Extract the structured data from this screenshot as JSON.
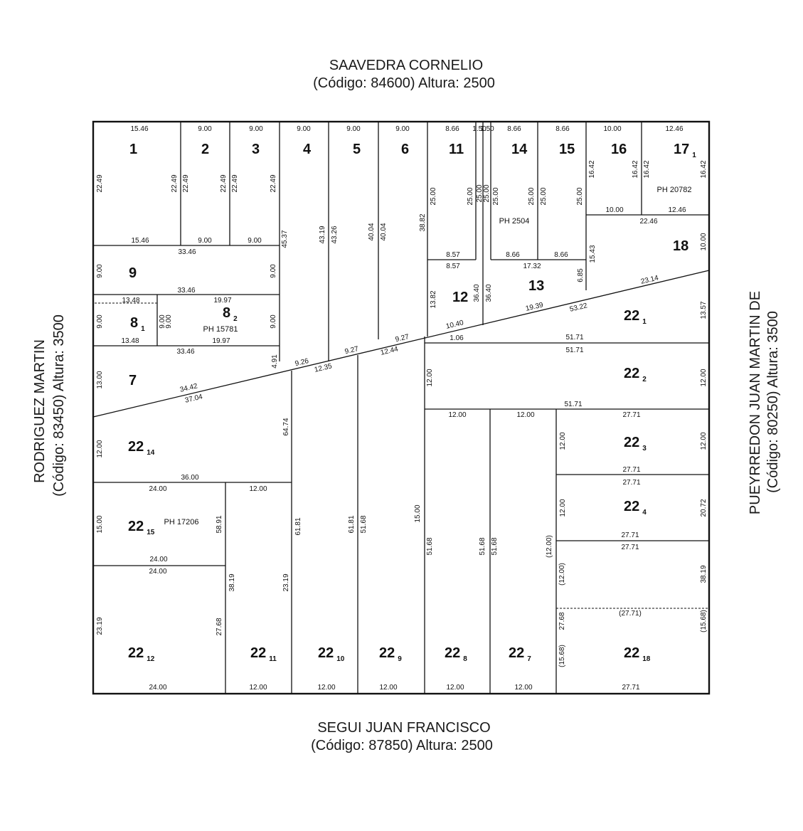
{
  "streets": {
    "north": {
      "name": "SAAVEDRA CORNELIO",
      "info": "(Código: 84600) Altura: 2500"
    },
    "south": {
      "name": "SEGUI JUAN FRANCISCO",
      "info": "(Código: 87850) Altura: 2500"
    },
    "west": {
      "name": "RODRIGUEZ MARTIN",
      "info": "(Código: 83450) Altura: 3500"
    },
    "east": {
      "name": "PUEYRREDON JUAN MARTIN DE",
      "info": "(Código: 80250) Altura: 3500"
    }
  },
  "lots": [
    {
      "num": "1",
      "sub": ""
    },
    {
      "num": "2",
      "sub": ""
    },
    {
      "num": "3",
      "sub": ""
    },
    {
      "num": "4",
      "sub": ""
    },
    {
      "num": "5",
      "sub": ""
    },
    {
      "num": "6",
      "sub": ""
    },
    {
      "num": "11",
      "sub": ""
    },
    {
      "num": "14",
      "sub": ""
    },
    {
      "num": "15",
      "sub": ""
    },
    {
      "num": "16",
      "sub": ""
    },
    {
      "num": "17",
      "sub": "1"
    },
    {
      "num": "18",
      "sub": ""
    },
    {
      "num": "9",
      "sub": ""
    },
    {
      "num": "8",
      "sub": "1"
    },
    {
      "num": "8",
      "sub": "2"
    },
    {
      "num": "12",
      "sub": ""
    },
    {
      "num": "13",
      "sub": ""
    },
    {
      "num": "7",
      "sub": ""
    },
    {
      "num": "22",
      "sub": "1"
    },
    {
      "num": "22",
      "sub": "2"
    },
    {
      "num": "22",
      "sub": "3"
    },
    {
      "num": "22",
      "sub": "4"
    },
    {
      "num": "22",
      "sub": "14"
    },
    {
      "num": "22",
      "sub": "15"
    },
    {
      "num": "22",
      "sub": "12"
    },
    {
      "num": "22",
      "sub": "11"
    },
    {
      "num": "22",
      "sub": "10"
    },
    {
      "num": "22",
      "sub": "9"
    },
    {
      "num": "22",
      "sub": "8"
    },
    {
      "num": "22",
      "sub": "7"
    },
    {
      "num": "22",
      "sub": "18"
    }
  ],
  "ph_labels": [
    "PH 20782",
    "PH 2504",
    "PH 15781",
    "PH 17206"
  ],
  "dims_h": [
    "15.46",
    "9.00",
    "9.00",
    "9.00",
    "9.00",
    "9.00",
    "8.66",
    "1.50",
    "1.50",
    "8.66",
    "8.66",
    "10.00",
    "12.46",
    "15.46",
    "9.00",
    "9.00",
    "33.46",
    "10.00",
    "12.46",
    "22.46",
    "8.57",
    "8.57",
    "8.66",
    "8.66",
    "17.32",
    "33.46",
    "19.97",
    "13.48",
    "13.48",
    "19.97",
    "33.46",
    "23.14",
    "53.22",
    "19.39",
    "10.40",
    "1.06",
    "9.27",
    "12.44",
    "9.27",
    "12.35",
    "9.26",
    "34.42",
    "37.04",
    "51.71",
    "51.71",
    "51.71",
    "12.00",
    "12.00",
    "27.71",
    "27.71",
    "27.71",
    "27.71",
    "27.71",
    "(27.71)",
    "36.00",
    "24.00",
    "12.00",
    "24.00",
    "24.00",
    "24.00",
    "12.00",
    "12.00",
    "12.00",
    "12.00",
    "12.00",
    "27.71"
  ],
  "dims_v": [
    "22.49",
    "22.49",
    "22.49",
    "22.49",
    "22.49",
    "22.49",
    "45.37",
    "43.19",
    "43.26",
    "40.04",
    "40.04",
    "38.82",
    "25.00",
    "25.00",
    "25.00",
    "25.00",
    "25.00",
    "25.00",
    "25.00",
    "25.00",
    "16.42",
    "16.42",
    "16.42",
    "16.42",
    "10.00",
    "15.43",
    "6.85",
    "36.40",
    "36.40",
    "13.82",
    "13.57",
    "9.00",
    "9.00",
    "9.00",
    "9.00",
    "9.00",
    "9.00",
    "4.91",
    "13.00",
    "12.00",
    "12.00",
    "12.00",
    "12.00",
    "12.00",
    "12.00",
    "20.72",
    "64.74",
    "15.00",
    "15.00",
    "58.91",
    "61.81",
    "61.81",
    "51.68",
    "51.68",
    "51.68",
    "51.68",
    "(12.00)",
    "(12.00)",
    "38.19",
    "38.19",
    "23.19",
    "23.19",
    "27.68",
    "27.68",
    "(15.68)",
    "(15.68)"
  ]
}
